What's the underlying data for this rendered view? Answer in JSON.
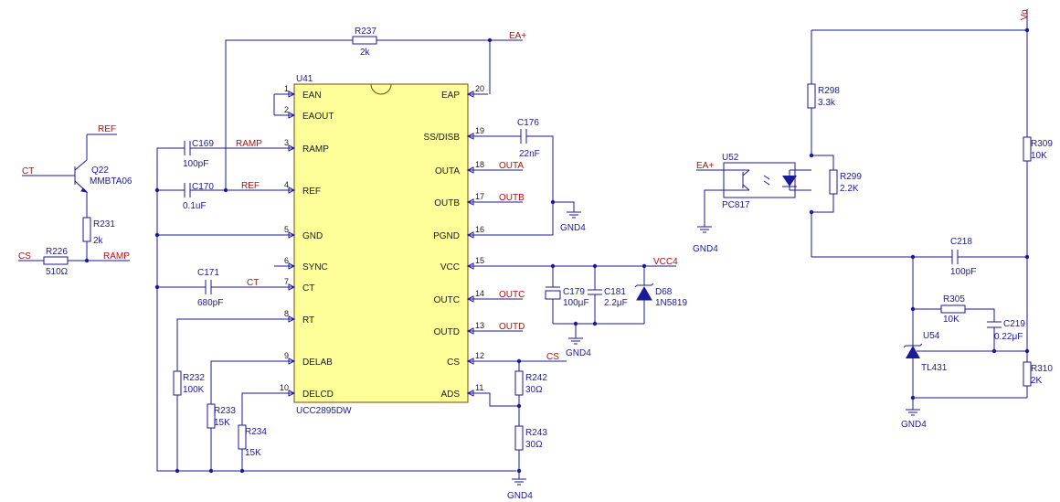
{
  "ic": {
    "ref": "U41",
    "part": "UCC2895DW",
    "fill": "#ffff99",
    "left_pins": [
      {
        "num": "1",
        "name": "EAN"
      },
      {
        "num": "2",
        "name": "EAOUT"
      },
      {
        "num": "3",
        "name": "RAMP"
      },
      {
        "num": "4",
        "name": "REF"
      },
      {
        "num": "5",
        "name": "GND"
      },
      {
        "num": "6",
        "name": "SYNC"
      },
      {
        "num": "7",
        "name": "CT"
      },
      {
        "num": "8",
        "name": "RT"
      },
      {
        "num": "9",
        "name": "DELAB"
      },
      {
        "num": "10",
        "name": "DELCD"
      }
    ],
    "right_pins": [
      {
        "num": "20",
        "name": "EAP"
      },
      {
        "num": "19",
        "name": "SS/DISB"
      },
      {
        "num": "18",
        "name": "OUTA"
      },
      {
        "num": "17",
        "name": "OUTB"
      },
      {
        "num": "16",
        "name": "PGND"
      },
      {
        "num": "15",
        "name": "VCC"
      },
      {
        "num": "14",
        "name": "OUTC"
      },
      {
        "num": "13",
        "name": "OUTD"
      },
      {
        "num": "12",
        "name": "CS"
      },
      {
        "num": "11",
        "name": "ADS"
      }
    ]
  },
  "parts": {
    "r237": {
      "ref": "R237",
      "val": "2k"
    },
    "c169": {
      "ref": "C169",
      "val": "100pF"
    },
    "c170": {
      "ref": "C170",
      "val": "0.1uF"
    },
    "c171": {
      "ref": "C171",
      "val": "680pF"
    },
    "q22": {
      "ref": "Q22",
      "val": "MMBTA06"
    },
    "r231": {
      "ref": "R231",
      "val": "2k"
    },
    "r226": {
      "ref": "R226",
      "val": "510Ω"
    },
    "r232": {
      "ref": "R232",
      "val": "100K"
    },
    "r233": {
      "ref": "R233",
      "val": "15K"
    },
    "r234": {
      "ref": "R234",
      "val": "15K"
    },
    "c176": {
      "ref": "C176",
      "val": "22nF"
    },
    "c179": {
      "ref": "C179",
      "val": "100μF"
    },
    "c181": {
      "ref": "C181",
      "val": "2.2μF"
    },
    "d68": {
      "ref": "D68",
      "val": "1N5819"
    },
    "r242": {
      "ref": "R242",
      "val": "30Ω"
    },
    "r243": {
      "ref": "R243",
      "val": "30Ω"
    },
    "u52": {
      "ref": "U52",
      "val": "PC817"
    },
    "r298": {
      "ref": "R298",
      "val": "3.3k"
    },
    "r299": {
      "ref": "R299",
      "val": "2.2K"
    },
    "r309": {
      "ref": "R309",
      "val": "10K"
    },
    "c218": {
      "ref": "C218",
      "val": "100pF"
    },
    "r305": {
      "ref": "R305",
      "val": "10K"
    },
    "c219": {
      "ref": "C219",
      "val": "0.22μF"
    },
    "u54": {
      "ref": "U54",
      "val": "TL431"
    },
    "r310": {
      "ref": "R310",
      "val": "2K"
    }
  },
  "nets": {
    "ea_plus": "EA+",
    "ramp": "RAMP",
    "ref": "REF",
    "ct": "CT",
    "cs": "CS",
    "outa": "OUTA",
    "outb": "OUTB",
    "outc": "OUTC",
    "outd": "OUTD",
    "vcc4": "VCC4",
    "vo": "Vo",
    "gnd4": "GND4"
  },
  "colors": {
    "wire": "#1a1a9a",
    "net_label": "#b01010",
    "ic_body": "#ffff99"
  }
}
